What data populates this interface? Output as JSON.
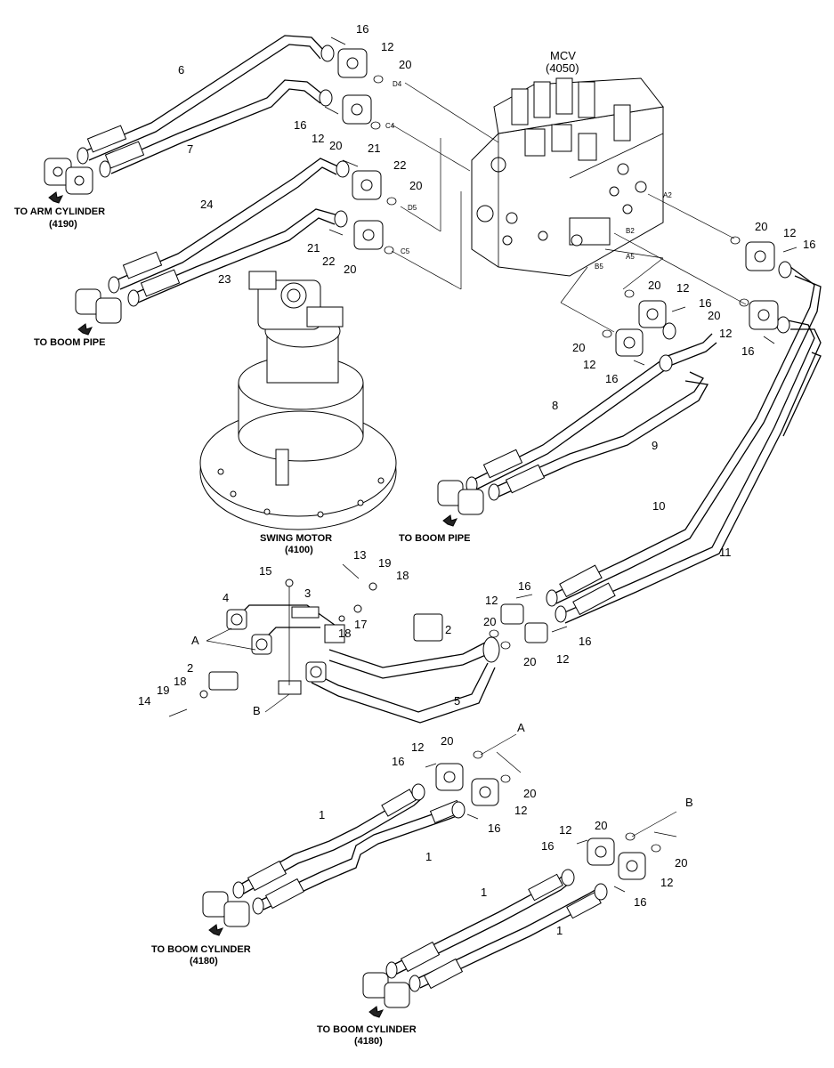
{
  "components": {
    "mcv_name": "MCV",
    "mcv_code": "(4050)",
    "swing_motor_name": "SWING MOTOR",
    "swing_motor_code": "(4100)"
  },
  "destinations": {
    "arm_cylinder": "TO ARM CYLINDER",
    "arm_cylinder_code": "(4190)",
    "boom_pipe_left": "TO BOOM PIPE",
    "boom_pipe_right": "TO BOOM PIPE",
    "boom_cylinder_1": "TO BOOM CYLINDER",
    "boom_cylinder_1_code": "(4180)",
    "boom_cylinder_2": "TO BOOM CYLINDER",
    "boom_cylinder_2_code": "(4180)"
  },
  "ports": [
    "D4",
    "C4",
    "D5",
    "C5",
    "A2",
    "B2",
    "A5",
    "B5"
  ],
  "references": [
    "A",
    "B"
  ],
  "callouts": {
    "n1": "1",
    "n2": "2",
    "n3": "3",
    "n4": "4",
    "n5": "5",
    "n6": "6",
    "n7": "7",
    "n8": "8",
    "n9": "9",
    "n10": "10",
    "n11": "11",
    "n12": "12",
    "n13": "13",
    "n14": "14",
    "n15": "15",
    "n16": "16",
    "n17": "17",
    "n18": "18",
    "n19": "19",
    "n20": "20",
    "n21": "21",
    "n22": "22",
    "n23": "23",
    "n24": "24"
  }
}
